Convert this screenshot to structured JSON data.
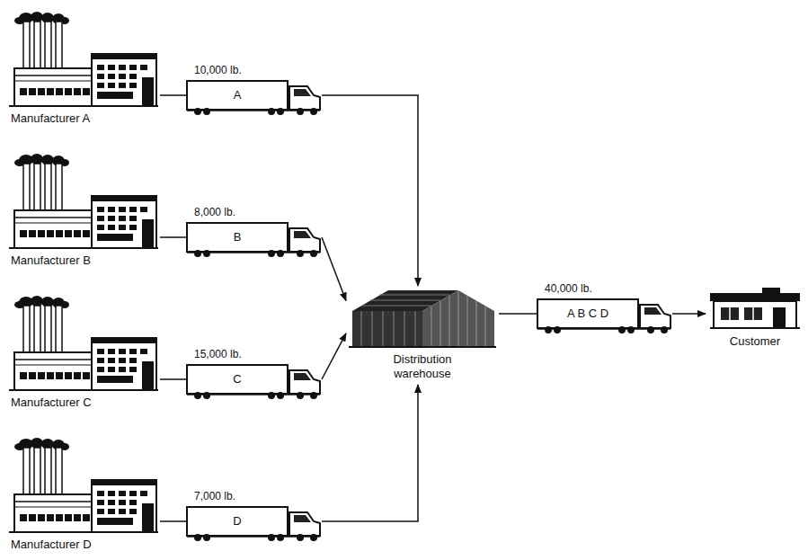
{
  "diagram": {
    "nodes": [
      {
        "text": [
          "Manufacturer A"
        ]
      },
      {
        "text": [
          "10,000 lb.",
          "A"
        ]
      },
      {
        "text": [
          "Manufacturer B"
        ]
      },
      {
        "text": [
          "8,000 lb.",
          "B"
        ]
      },
      {
        "text": [
          "Manufacturer C"
        ]
      },
      {
        "text": [
          "15,000 lb.",
          "C"
        ]
      },
      {
        "text": [
          "Manufacturer D"
        ]
      },
      {
        "text": [
          "7,000 lb.",
          "D"
        ]
      },
      {
        "text": [
          "Distribution warehouse"
        ]
      },
      {
        "text": [
          "40,000 lb.",
          "A B C D"
        ]
      },
      {
        "text": [
          "Customer"
        ]
      }
    ],
    "edges": [
      {
        "from": 0,
        "to": 1,
        "arrow": "none"
      },
      {
        "from": 1,
        "to": 8,
        "arrow": "to"
      },
      {
        "from": 2,
        "to": 3,
        "arrow": "none"
      },
      {
        "from": 3,
        "to": 8,
        "arrow": "to"
      },
      {
        "from": 4,
        "to": 5,
        "arrow": "none"
      },
      {
        "from": 5,
        "to": 8,
        "arrow": "to"
      },
      {
        "from": 6,
        "to": 7,
        "arrow": "none"
      },
      {
        "from": 7,
        "to": 8,
        "arrow": "to"
      },
      {
        "from": 8,
        "to": 9,
        "arrow": "none"
      },
      {
        "from": 9,
        "to": 10,
        "arrow": "to"
      }
    ]
  }
}
